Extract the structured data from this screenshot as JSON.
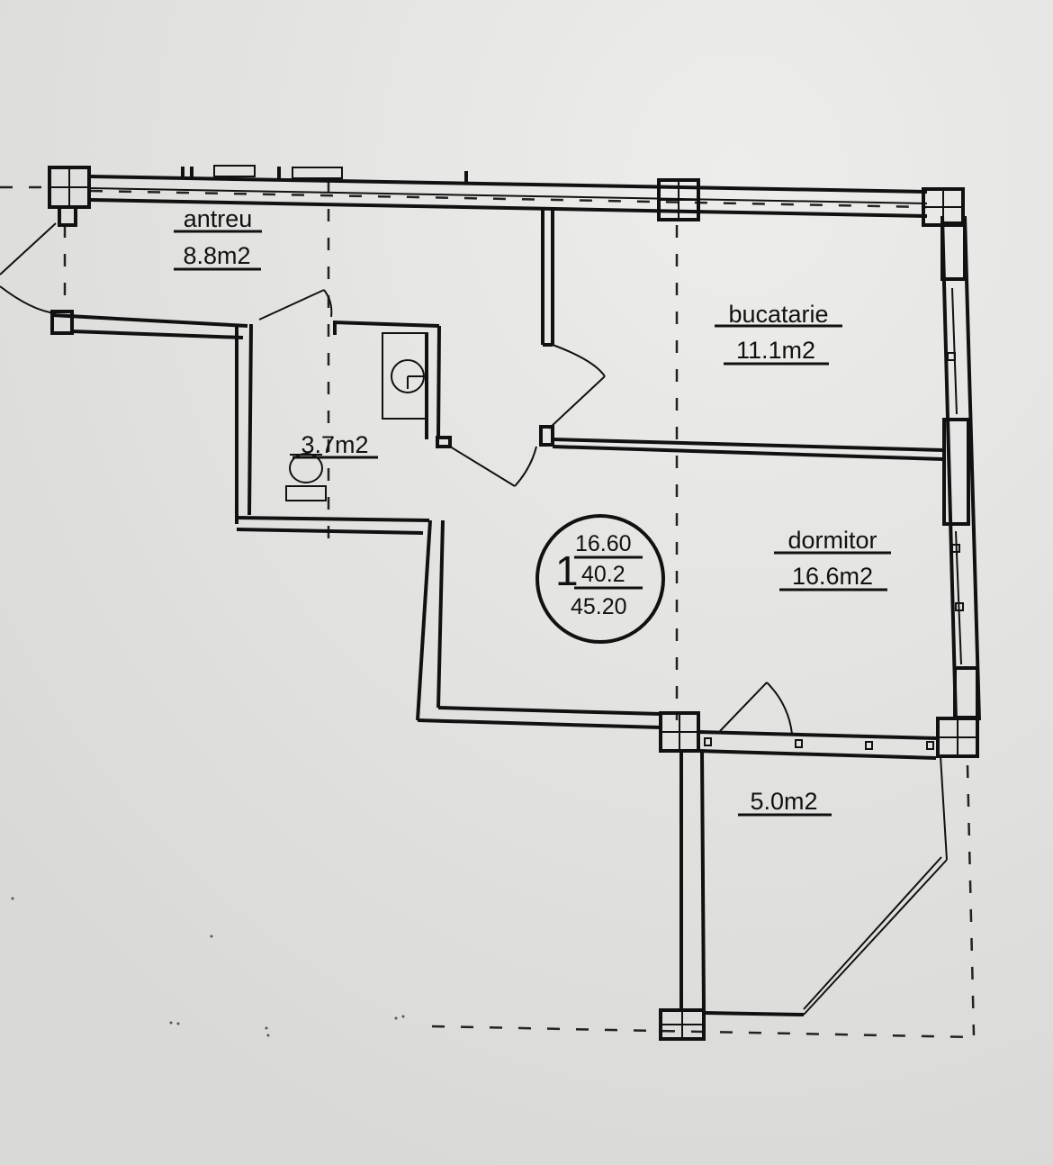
{
  "plan": {
    "rooms": [
      {
        "id": "antreu",
        "name": "antreu",
        "area": "8.8m2"
      },
      {
        "id": "bucatarie",
        "name": "bucatarie",
        "area": "11.1m2"
      },
      {
        "id": "baie",
        "name": "",
        "area": "3.7m2"
      },
      {
        "id": "dormitor",
        "name": "dormitor",
        "area": "16.6m2"
      },
      {
        "id": "balcon",
        "name": "",
        "area": "5.0m2"
      }
    ],
    "unit_badge": {
      "number": "1",
      "living_area": "16.60",
      "usable_area": "40.2",
      "total_area": "45.20"
    }
  },
  "colors": {
    "paper": "#e3e3e1",
    "ink": "#111111"
  }
}
